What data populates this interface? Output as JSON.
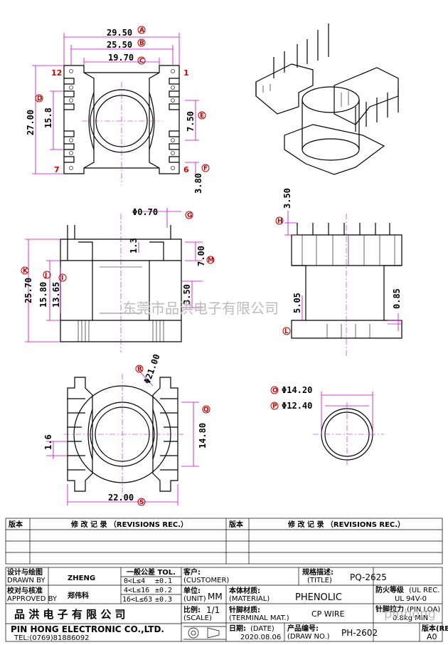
{
  "dimensions": {
    "top_view": {
      "A": "29.50",
      "B": "25.50",
      "C": "19.70",
      "D": "27.00",
      "inner": "15.8",
      "E": "7.50",
      "F": "3.80",
      "pin_1": "1",
      "pin_6": "6",
      "pin_7": "7",
      "pin_12": "12"
    },
    "front_view": {
      "G": "Φ0.70",
      "top_small": "1.3",
      "M": "7.00",
      "K": "25.70",
      "J": "15.80",
      "I": "13.65",
      "bottom_small": "3.50"
    },
    "side_view": {
      "H": "3.50",
      "mid": "5.05",
      "L": "0.85"
    },
    "bottom_view": {
      "R": "Φ21.00",
      "Q": "14.80",
      "left_small": "1.6",
      "S": "22.00"
    },
    "tube_view": {
      "O": "Φ14.20",
      "P": "Φ12.40"
    },
    "letters": {
      "A": "A",
      "B": "B",
      "C": "C",
      "D": "D",
      "E": "E",
      "F": "F",
      "G": "G",
      "H": "H",
      "I": "I",
      "J": "J",
      "K": "K",
      "L": "L",
      "M": "M",
      "O": "O",
      "P": "P",
      "Q": "Q",
      "R": "R",
      "S": "S"
    }
  },
  "watermark": {
    "center": "东莞市品洪电子有限公司",
    "bottom": "pinhong"
  },
  "revisions": {
    "col_version": "版本",
    "col_record": "修 改 记 录 （REVISIONS REC.）",
    "col_version_2": "版本",
    "col_record_2": "修 改 记 录 （REVISIONS REC.）"
  },
  "title_block": {
    "drawn_by_cn": "设计与绘图",
    "drawn_by_en": "DRAWN BY",
    "drawn_by_val": "ZHENG",
    "approved_cn": "校对与核准",
    "approved_en": "APPROVED BY",
    "approved_val": "郑伟科",
    "tolerance_title": "一般公差 TOL.",
    "tol_1_range": "0<L≤4",
    "tol_1_val": "±0.1",
    "tol_2_range": "4<L≤16",
    "tol_2_val": "±0.2",
    "tol_3_range": "16<L≤63",
    "tol_3_val": "±0.3",
    "customer_cn": "客户:",
    "customer_en": "(CUSTOMER)",
    "unit_cn": "单位:",
    "unit_en": "(UNIT)",
    "unit_val": "MM",
    "scale_cn": "比例:",
    "scale_en": "(SCALE)",
    "scale_val": "1/1",
    "material_cn": "本体材质:",
    "material_en": "(MATERIAL)",
    "material_val": "PHENOLIC",
    "terminal_cn": "针脚材质:",
    "terminal_en": "(TERMINAL MAT.)",
    "terminal_val": "CP WIRE",
    "date_cn": "日期:",
    "date_en": "(DATE)",
    "date_val": "2020.08.06",
    "title_cn": "规格描述:",
    "title_en": "(TITLE)",
    "title_val": "PQ-2625",
    "drawno_cn": "产品编号:",
    "drawno_en": "(DRAW NO.)",
    "drawno_val": "PH-2602",
    "fire_cn": "防火等级",
    "fire_en": "(UL REC.",
    "fire_val": "UL 94V-0",
    "pull_cn": "针脚拉力",
    "pull_en": "(PIN LOA)",
    "pull_val": "0.8kg MIN",
    "rev_cn": "版本(RE",
    "rev_val": "A0",
    "company_cn": "品 洪 电 子 有 限 公 司",
    "company_en": "PIN HONG ELECTRONIC CO.,LTD.",
    "tel": "TEL:(0769)81886092"
  }
}
